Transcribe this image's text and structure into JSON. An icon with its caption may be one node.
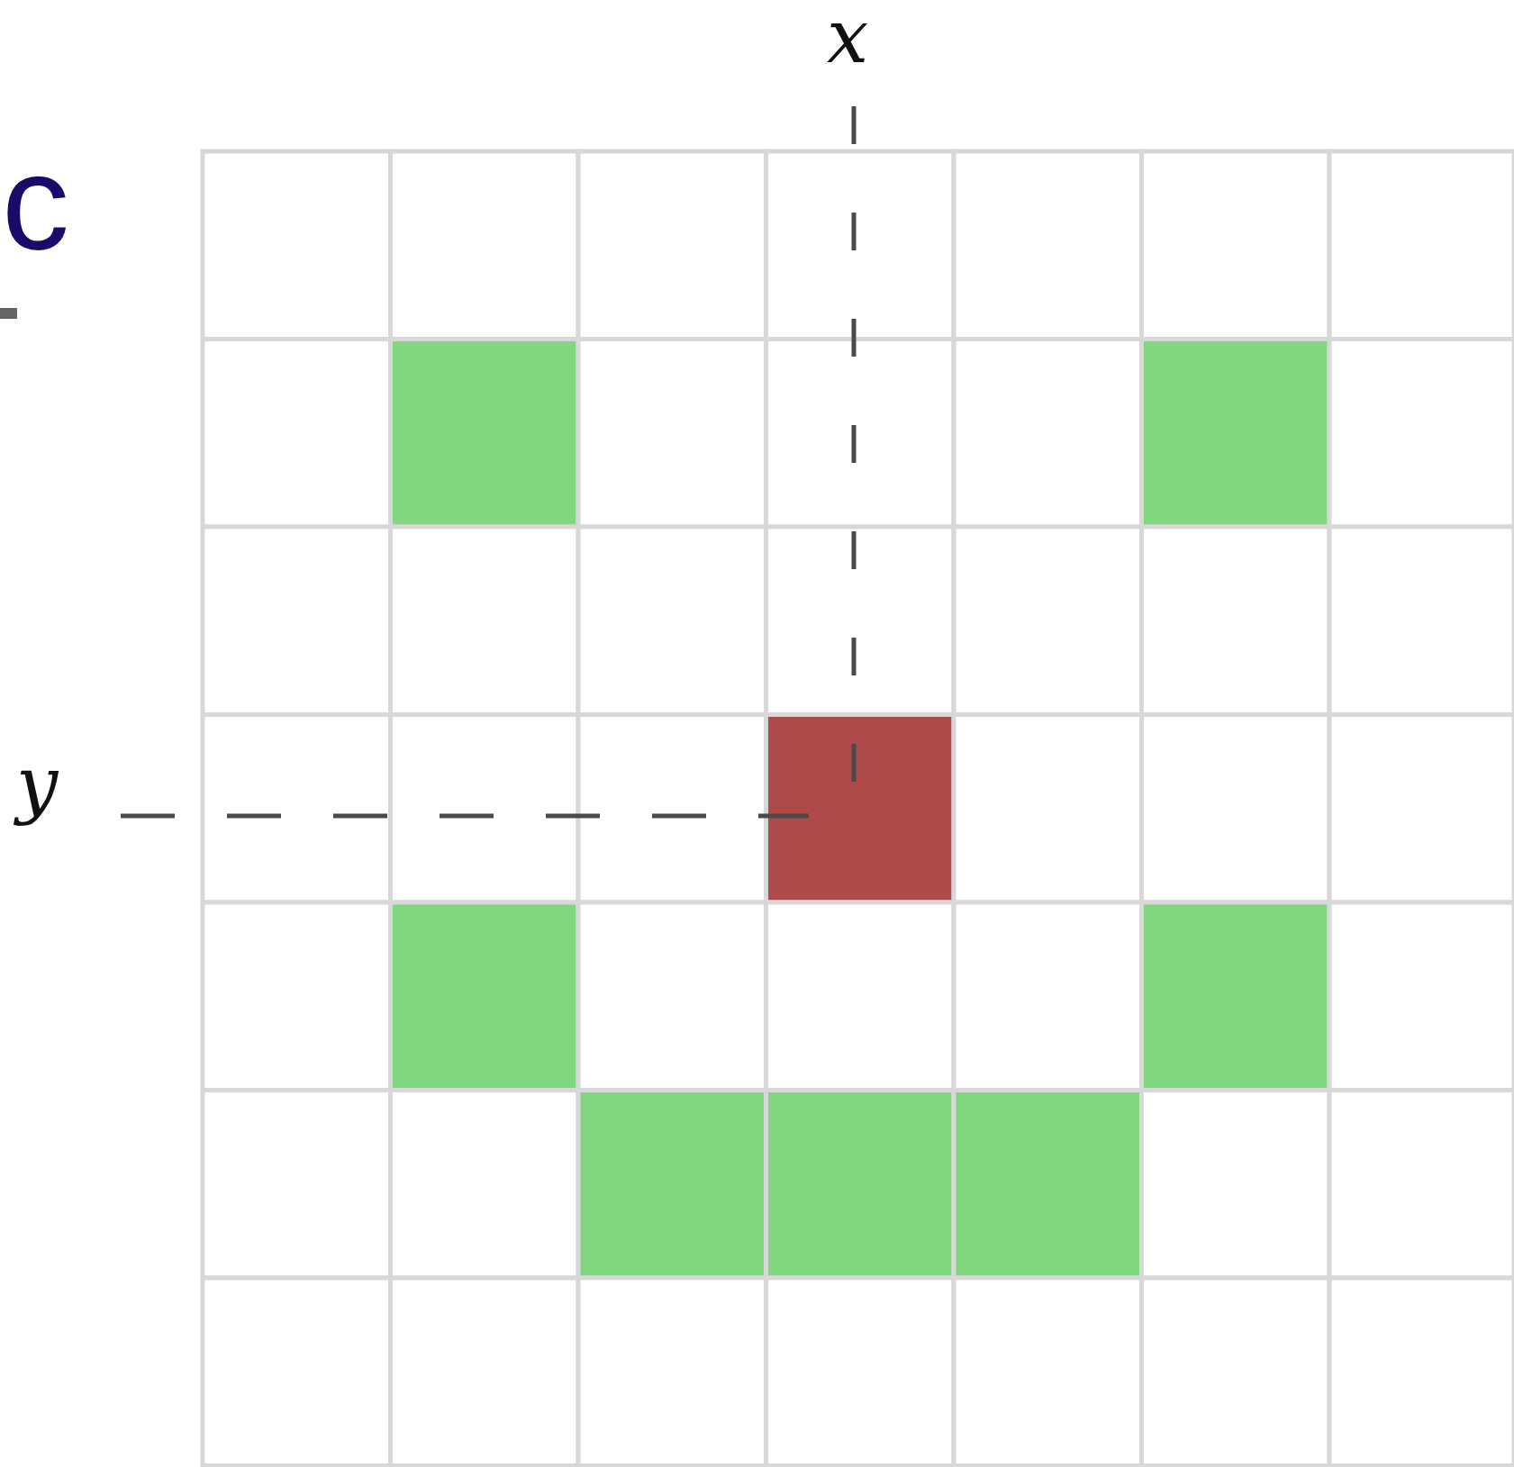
{
  "diagram": {
    "labels": [
      "x",
      "c",
      "y"
    ]
  }
}
